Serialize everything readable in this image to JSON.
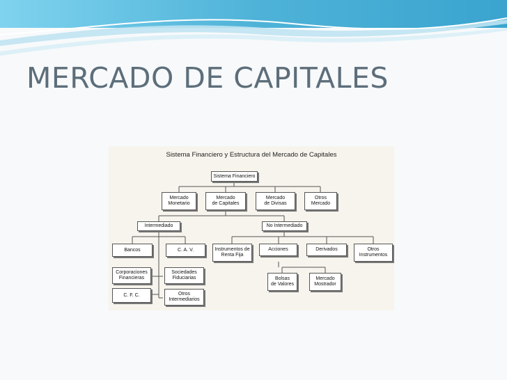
{
  "slide": {
    "title": "MERCADO DE CAPITALES"
  },
  "diagram": {
    "title": "Sistema Financiero y Estructura del Mercado de Capitales",
    "root": "Sistema Financiero",
    "markets": {
      "monetario": "Mercado\nMonetario",
      "capitales": "Mercado\nde Capitales",
      "divisas": "Mercado\nde Divisas",
      "otros": "Otros\nMercado"
    },
    "intermediado": {
      "label": "Intermediado",
      "bancos": "Bancos",
      "cav": "C. A. V.",
      "corporaciones": "Corporaciones\nFinancieras",
      "sociedades": "Sociedades\nFiduciarias",
      "cfc": "C. F. C.",
      "otros_intermediarios": "Otros\nIntermediarios"
    },
    "no_intermediado": {
      "label": "No Intermediado",
      "renta_fija": "Instrumentos de\nRenta Fija",
      "acciones": "Acciones",
      "derivados": "Derivados",
      "otros_instrumentos": "Otros\nInstrumentos",
      "bolsas": "Bolsas\nde Valores",
      "mostrador": "Mercado\nMostrador"
    }
  },
  "colors": {
    "title": "#5d6e7a",
    "wave": "#5bb8dc",
    "wave_light": "#bfe3f1",
    "diagram_bg": "#f6f4ec"
  }
}
